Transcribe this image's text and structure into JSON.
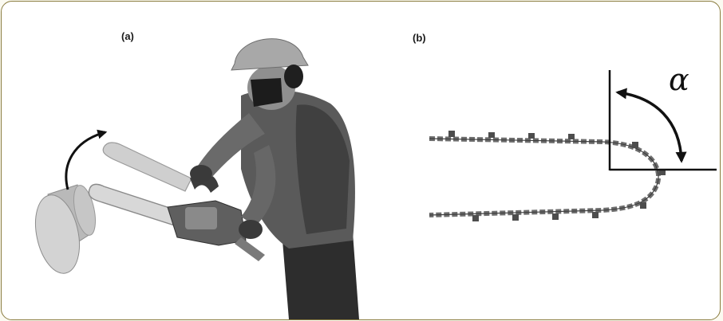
{
  "panels": {
    "a": {
      "label": "(a)"
    },
    "b": {
      "label": "(b)",
      "angle_symbol": "α"
    }
  },
  "colors": {
    "frame_border": "#8a7c3f",
    "ink": "#111111",
    "chain": "#6d6d6d",
    "clothing": "#4f4f4f",
    "log": "#b9b9b9"
  }
}
